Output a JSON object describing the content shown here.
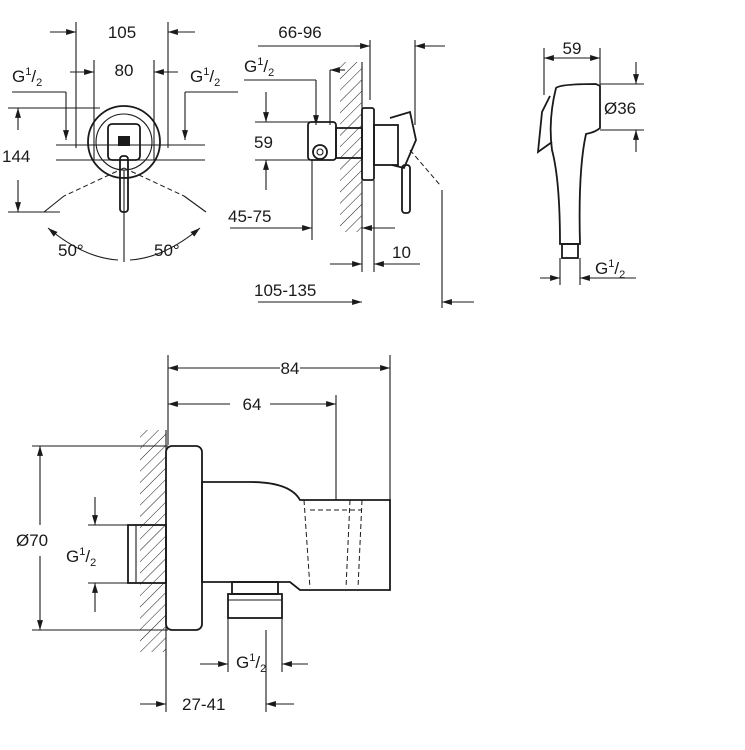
{
  "labels": {
    "d105": "105",
    "d80": "80",
    "g_left_top": "G",
    "g_right_top": "G",
    "half": "1",
    "half_den": "2",
    "d144": "144",
    "a50_left": "50°",
    "a50_right": "50°",
    "d66_96": "66-96",
    "g_mid": "G",
    "d59_mid": "59",
    "d45_75": "45-75",
    "d10": "10",
    "d105_135": "105-135",
    "d59_right": "59",
    "d36": "Ø36",
    "g_right_bottom": "G",
    "d84": "84",
    "d64": "64",
    "d70": "Ø70",
    "g_bottom_left": "G",
    "g_bottom_mid": "G",
    "d27_41": "27-41"
  }
}
